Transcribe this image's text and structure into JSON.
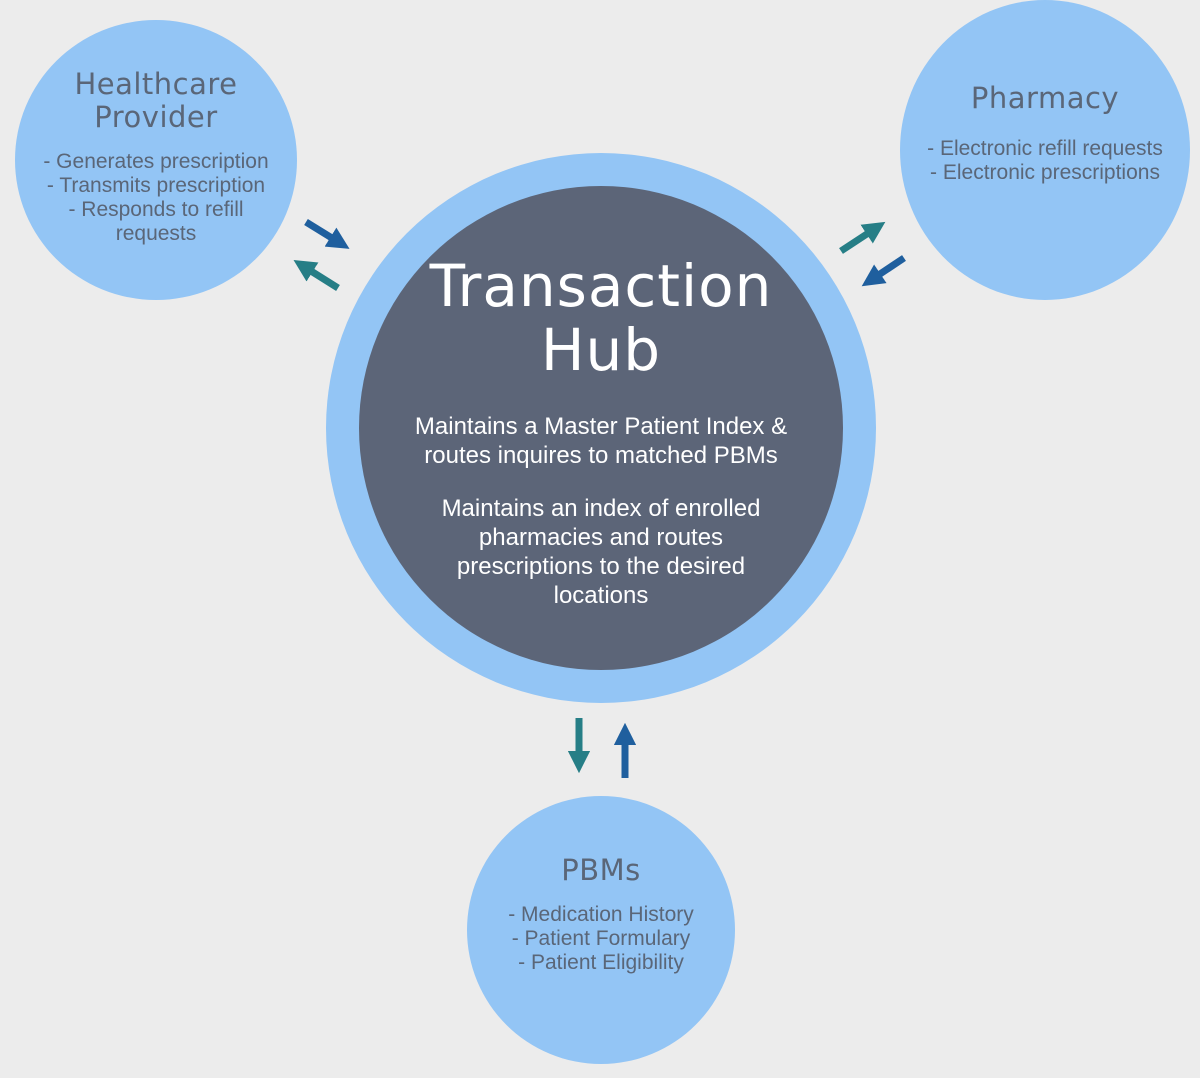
{
  "colors": {
    "background": "#ececec",
    "node_fill": "#93c5f5",
    "hub_fill": "#5c6578",
    "node_text": "#5a6678",
    "hub_text": "#ffffff",
    "arrow_blue": "#1f5f9e",
    "arrow_teal": "#267e86"
  },
  "hub": {
    "title_lines": [
      "Transaction",
      "Hub"
    ],
    "description_1": [
      "Maintains a Master Patient Index &",
      "routes inquires to matched PBMs"
    ],
    "description_2": [
      "Maintains an index of enrolled",
      "pharmacies and routes",
      "prescriptions to the desired",
      "locations"
    ]
  },
  "nodes": {
    "healthcare_provider": {
      "title_lines": [
        "Healthcare",
        "Provider"
      ],
      "items": [
        "- Generates prescription",
        "- Transmits prescription",
        "- Responds to refill",
        "requests"
      ]
    },
    "pharmacy": {
      "title_lines": [
        "Pharmacy"
      ],
      "items": [
        "- Electronic refill requests",
        "- Electronic prescriptions"
      ]
    },
    "pbms": {
      "title_lines": [
        "PBMs"
      ],
      "items": [
        "- Medication History",
        "- Patient Formulary",
        "- Patient Eligibility"
      ]
    }
  }
}
